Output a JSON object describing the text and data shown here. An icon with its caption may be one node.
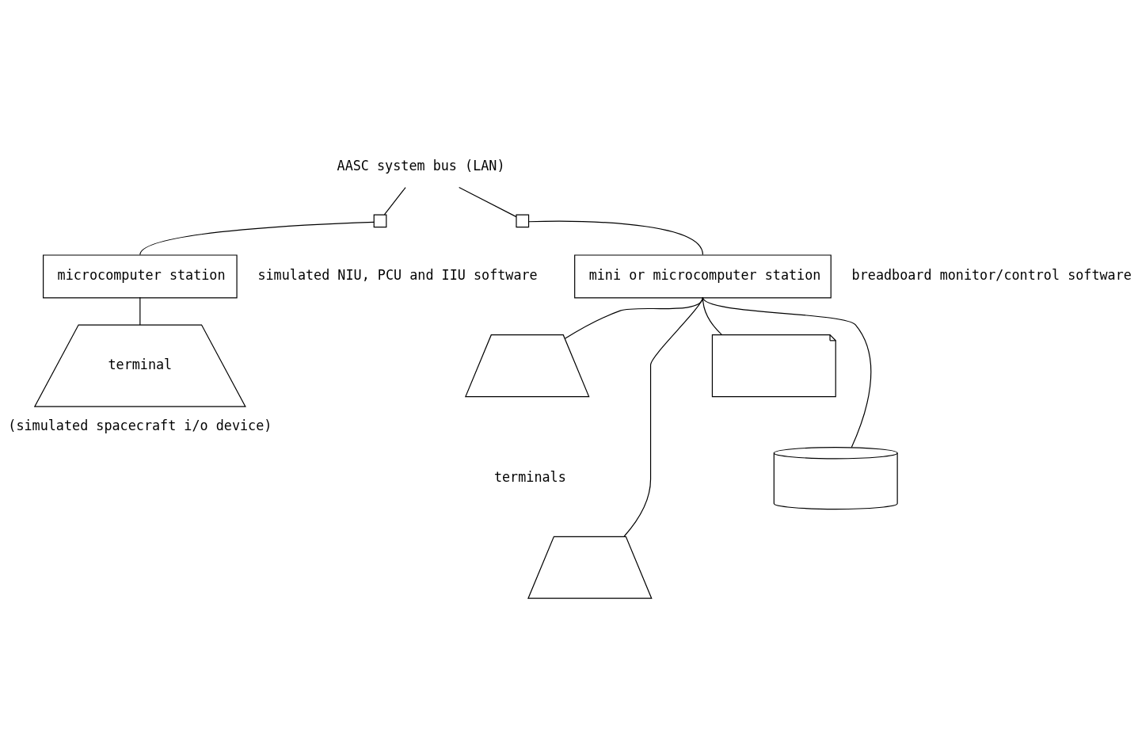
{
  "diagram": {
    "nodes": [
      {
        "text": [
          "AASC system bus (LAN)"
        ]
      },
      {
        "text": [],
        "shape": "box"
      },
      {
        "text": [],
        "shape": "box"
      },
      {
        "text": [
          "microcomputer station"
        ],
        "beside": [
          "simulated NIU, PCU and IIU software"
        ]
      },
      {
        "text": [
          "mini or microcomputer station"
        ],
        "beside": [
          "breadboard monitor/control software"
        ]
      },
      {
        "text": [
          "terminal"
        ],
        "beside": [
          "(simulated spacecraft i/o device)"
        ]
      },
      {
        "text": [],
        "shape": "trapezoid"
      },
      {
        "text": [],
        "shape": "trapezoid"
      },
      {
        "text": [],
        "shape": "document"
      },
      {
        "text": [],
        "shape": "cylinder"
      }
    ],
    "edges": [
      {
        "from": 0,
        "to": 1,
        "arrow": "none"
      },
      {
        "from": 0,
        "to": 2,
        "arrow": "none"
      },
      {
        "from": 1,
        "to": 3,
        "arrow": "none"
      },
      {
        "from": 2,
        "to": 4,
        "arrow": "none"
      },
      {
        "from": 3,
        "to": 5,
        "arrow": "none"
      },
      {
        "from": 4,
        "to": 6,
        "arrow": "none"
      },
      {
        "from": 4,
        "to": 7,
        "arrow": "none"
      },
      {
        "from": 4,
        "to": 8,
        "arrow": "none"
      },
      {
        "from": 4,
        "to": 9,
        "arrow": "none"
      }
    ],
    "labels": [
      "terminals"
    ]
  }
}
